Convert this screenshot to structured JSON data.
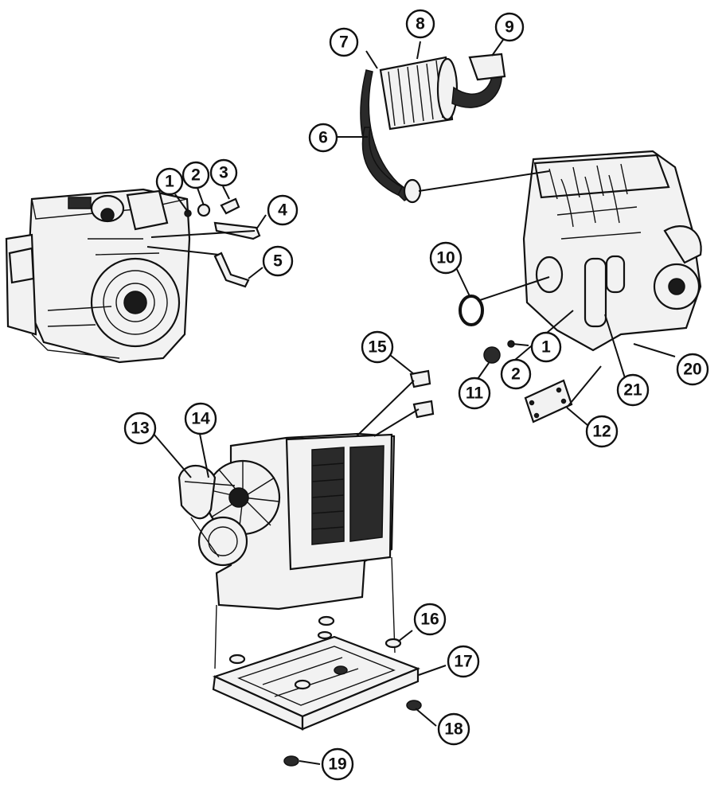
{
  "callouts": [
    {
      "id": "c1a",
      "label": "1"
    },
    {
      "id": "c2a",
      "label": "2"
    },
    {
      "id": "c3",
      "label": "3"
    },
    {
      "id": "c4",
      "label": "4"
    },
    {
      "id": "c5",
      "label": "5"
    },
    {
      "id": "c6",
      "label": "6"
    },
    {
      "id": "c7",
      "label": "7"
    },
    {
      "id": "c8",
      "label": "8"
    },
    {
      "id": "c9",
      "label": "9"
    },
    {
      "id": "c10",
      "label": "10"
    },
    {
      "id": "c1b",
      "label": "1"
    },
    {
      "id": "c2b",
      "label": "2"
    },
    {
      "id": "c11",
      "label": "11"
    },
    {
      "id": "c12",
      "label": "12"
    },
    {
      "id": "c21",
      "label": "21"
    },
    {
      "id": "c20",
      "label": "20"
    },
    {
      "id": "c13",
      "label": "13"
    },
    {
      "id": "c14",
      "label": "14"
    },
    {
      "id": "c15",
      "label": "15"
    },
    {
      "id": "c16",
      "label": "16"
    },
    {
      "id": "c17",
      "label": "17"
    },
    {
      "id": "c18",
      "label": "18"
    },
    {
      "id": "c19",
      "label": "19"
    }
  ]
}
